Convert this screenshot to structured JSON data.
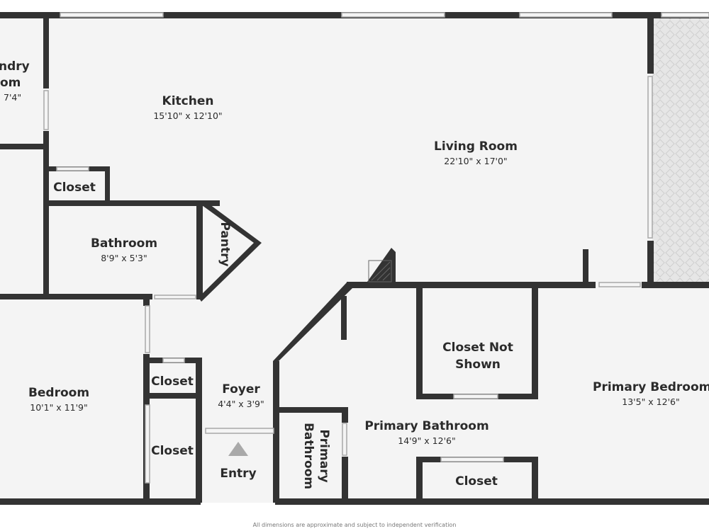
{
  "colors": {
    "wall": "#333333",
    "floor": "#f4f4f4",
    "patio": "#e2e2e2",
    "text": "#2b2b2b"
  },
  "rooms": {
    "laundry": {
      "name_line1": "ndry",
      "name_line2": "om",
      "dims": "7'4\""
    },
    "kitchen": {
      "name": "Kitchen",
      "dims": "15'10\" x 12'10\""
    },
    "living": {
      "name": "Living Room",
      "dims": "22'10\" x 17'0\""
    },
    "closet_top": {
      "name": "Closet"
    },
    "bathroom": {
      "name": "Bathroom",
      "dims": "8'9\" x 5'3\""
    },
    "pantry": {
      "name": "Pantry"
    },
    "bedroom": {
      "name": "Bedroom",
      "dims": "10'1\" x 11'9\""
    },
    "closet_mid": {
      "name": "Closet"
    },
    "closet_low": {
      "name": "Closet"
    },
    "foyer": {
      "name": "Foyer",
      "dims": "4'4\" x 3'9\""
    },
    "entry": {
      "name": "Entry"
    },
    "closet_not_shown": {
      "name_line1": "Closet Not",
      "name_line2": "Shown"
    },
    "primary_bedroom": {
      "name": "Primary Bedroom",
      "dims": "13'5\" x 12'6\""
    },
    "primary_bathroom": {
      "name": "Primary Bathroom",
      "dims": "14'9\" x 12'6\""
    },
    "primary_bath_small": {
      "name_line1": "Primary",
      "name_line2": "Bathroom"
    },
    "closet_pb": {
      "name": "Closet"
    }
  },
  "footer": {
    "disclaimer": "All dimensions are approximate and subject to independent verification"
  }
}
